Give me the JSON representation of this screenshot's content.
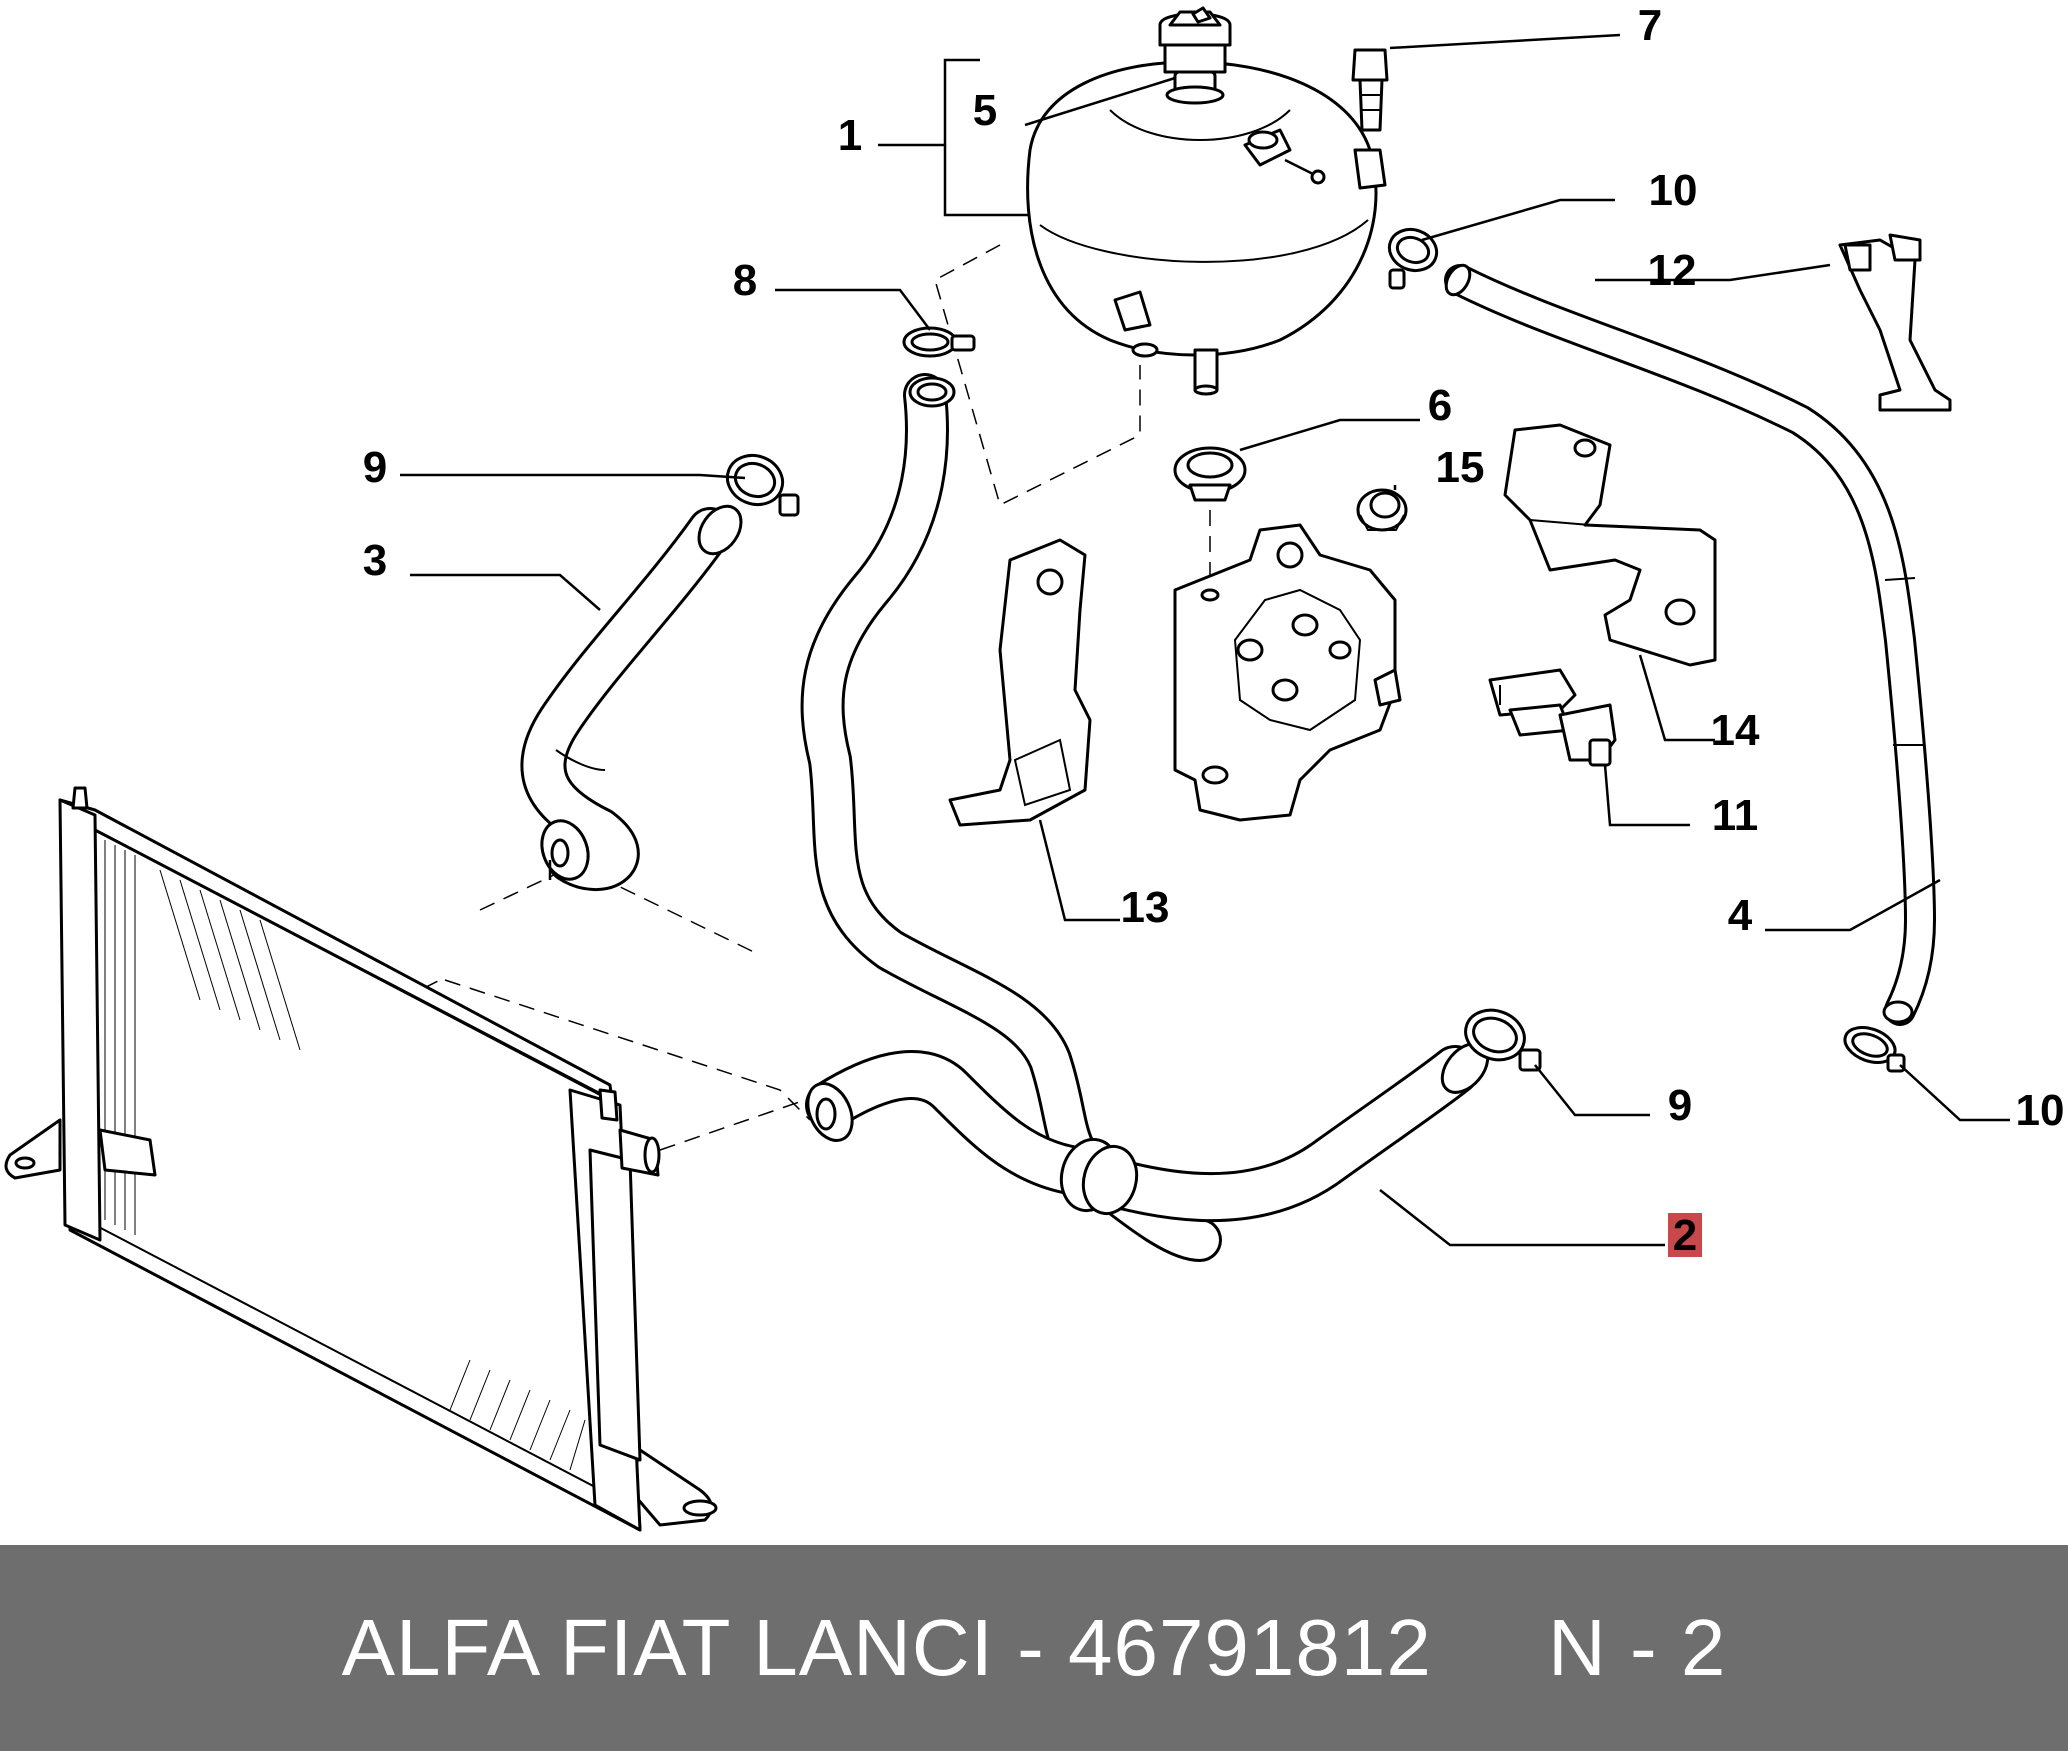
{
  "diagram": {
    "callouts": {
      "c1": "1",
      "c2": "2",
      "c3": "3",
      "c4": "4",
      "c5": "5",
      "c6": "6",
      "c7": "7",
      "c8": "8",
      "c9a": "9",
      "c9b": "9",
      "c10a": "10",
      "c10b": "10",
      "c11": "11",
      "c12": "12",
      "c13": "13",
      "c14": "14",
      "c15": "15"
    },
    "highlighted_callout": "2",
    "highlight_color": "#c8484b"
  },
  "footer": {
    "text": "ALFA FIAT LANCI - 46791812     N - 2",
    "background": "#6e6e6e",
    "color": "#ffffff"
  }
}
